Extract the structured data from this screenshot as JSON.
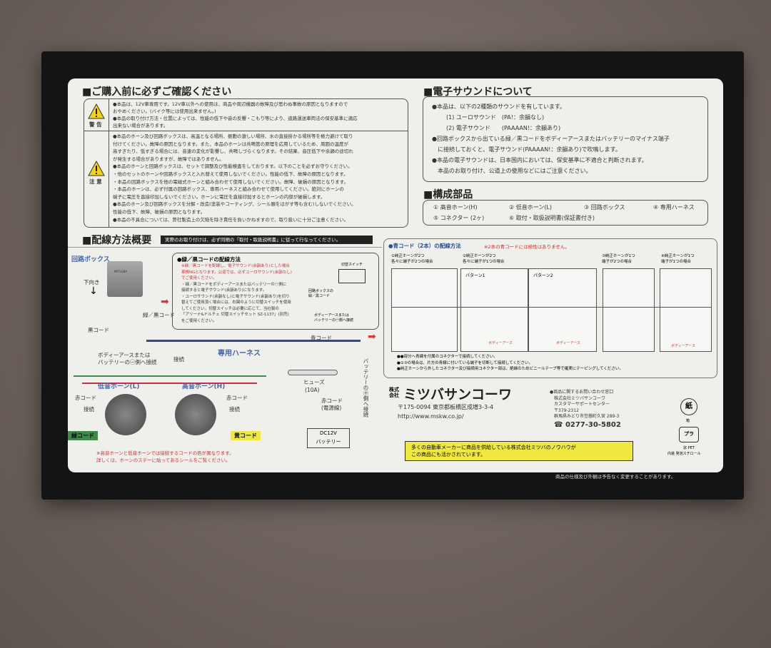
{
  "precheck": {
    "title": "■ご購入前に必ずご確認ください",
    "warning_label": "警 告",
    "caution_label": "注 意",
    "warning_items": [
      "●本品は、12V車専用です。12V車以外への使用は、商品や周辺機器の故障及び思わぬ事故の原因となりますので",
      "おやめください。(バイク等には使用出来ません。)",
      "●本品の取り付け方法・位置によっては、性能の低下や音の反響・こもり等により、道路運送車両法の保安基準に適応",
      "出来ない場合があります。"
    ],
    "caution_items": [
      "●本品のホーン及び回路ボックスは、高温となる場所、振動の激しい場所、水の直接掛かる場所等を極力避けて取り",
      "付けてください。故障の原因となります。また、本品のホーンは共鳴管の原理を応用しているため、周囲の温度が",
      "高すぎたり、低すぎる場合には、音速の変化が影響し、共鳴しづらくなります。その結果、音圧低下や余韻の途切れ",
      "が発生する場合がありますが、故障ではありません。",
      "●本品のホーンと回路ボックスは、セットで調整及び性能検査をしております。以下のことを必ずお守りください。",
      "・他のセットのホーンや回路ボックスと入れ替えて使用しないでください。性能の低下、故障の原因となります。",
      "・本品の回路ボックスを他の電磁式ホーンと組み合わせて使用しないでください。故障、破損の原因となります。",
      "・本品のホーンは、必ず付属の回路ボックス、専用ハーネスと組み合わせて使用してください。絶対にホーンの",
      "端子に電圧を直接印加しないでください。ホーンに電圧を直接印加するとホーンの内部が破損します。",
      "●本品のホーン及び回路ボックスを分解・改造(塗装やコーティング、シール類をはがす等も含む)しないでください。",
      "性能の低下、故障、破損の原因となります。",
      "●本品の不具合については、弊社製造上の欠陥を除き責任を負いかねますので、取り扱いに十分ご注意ください。"
    ]
  },
  "sound": {
    "title": "■電子サウンドについて",
    "lines": [
      "●本品は、以下の2種類のサウンドを有しています。",
      "(1) ユーロサウンド　(PA!：余韻なし)",
      "(2) 電子サウンド　　(PAAAAN!：余韻あり)",
      "●回路ボックスから出ている緑／黒コードをボディーアースまたはバッテリーのマイナス端子",
      "に接続しておくと、電子サウンド(PAAAAN!：余韻あり)で吹鳴します。",
      "●本品の電子サウンドは、日本国内においては、保安基準に不適合と判断されます。",
      "本品のお取り付け、公道上の使用などにはご注意ください。"
    ]
  },
  "parts": {
    "title": "■構成部品",
    "items": [
      "① 高音ホーン(H)",
      "② 低音ホーン(L)",
      "③ 回路ボックス",
      "④ 専用ハーネス",
      "⑤ コネクター (2ヶ)",
      "⑥ 取付・取扱説明書(保証書付き)"
    ]
  },
  "wiring": {
    "title": "■配線方法概要",
    "banner": "実際のお取り付けは、必ず同梱の「取付・取扱説明書」に従って行なってください。",
    "circuit_box": "回路ボックス",
    "box_brand": "MITSUBA",
    "downward": "下向き",
    "green_black_cord": "緑／黒コード",
    "black_cord": "黒コード",
    "body_earth": "ボディーアースまたは",
    "body_earth2": "バッテリーの㊀側へ接続",
    "connect": "接続",
    "harness": "専用ハーネス",
    "blue_cord": "青コード",
    "fuse": "ヒューズ",
    "fuse_rating": "(10A)",
    "red_cord_power": "赤コード",
    "power_line": "(電源線)",
    "battery_plus": "バッテリーの㊉側へ接続",
    "battery_label": "DC12V",
    "battery_name": "バッテリー",
    "low_horn": "低音ホーン(L)",
    "high_horn": "高音ホーン(H)",
    "red_cord": "赤コード",
    "green_cord": "緑コード",
    "yellow_cord": "黄コード",
    "note": [
      "※高音ホーンと低音ホーンでは接続するコードの色が異なります。",
      "詳しくは、ホーンのステーに貼ってあるシールをご覧ください。"
    ],
    "gb_method": {
      "title": "●緑／黒コードの配線方法",
      "lines": [
        "※緑／黒コードを配線し、電子サウンド(余韻あり)とした場合",
        "車検NGとなります。公道では、必ずユーロサウンド(余韻なし)",
        "でご使用ください。",
        "・緑／黒コードをボディーアースまたはバッテリーの㊀側に",
        "接続すると電子サウンド(余韻あり)になります。",
        "・ユーロサウンド(余韻なし)と電子サウンド(余韻あり)を切り",
        "替えてご使用頂く場合には、右図のように切替スイッチを使用",
        "してください。切替スイッチは必要に応じて、当社製の",
        "「アリーナ&ドルチェ 切替スイッチセット SZ-1137」(別売)",
        "をご使用ください。"
      ],
      "switch": "切替スイッチ",
      "box_cord": "回路ボックスの\n緑／黒コード",
      "earth": "ボディーアースまたは\nバッテリーの㊀側へ接続"
    }
  },
  "blue_method": {
    "title": "●青コード（2本）の配線方法",
    "note": "※2本の青コードには極性はありません。",
    "cases": [
      "①純正ホーンが2つ\n各々に端子が2つの場合",
      "②純正ホーンが2つ\n各々に端子が1つの場合",
      "③純正ホーンが1つ\n端子が2つの場合",
      "④純正ホーンが1つ\n端子が1つの場合"
    ],
    "pattern1": "パターン1",
    "pattern2": "パターン2",
    "body_earth": "ボディーアース",
    "footnotes": [
      "●●部分へ青線を付属のコネクターで接続してください。",
      "●①③の場合は、片方の青線に付いている端子を切断して接続してください。",
      "●純正ホーンから外したコネクター及び接続用コネクター部は、絶縁のためビニールテープ等で確実にテーピングしてください。"
    ]
  },
  "company": {
    "prefix": "株式\n会社",
    "name": "ミツバサンコーワ",
    "address": "〒175-0094  東京都板橋区成増3-3-4",
    "url": "http://www.mskw.co.jp/",
    "contact_title": "●商品に関するお問い合わせ窓口",
    "contact_lines": [
      "株式会社ミツバサンコーワ",
      "カスタマーサポートセンター",
      "〒379-2312",
      "群馬県みどり市笠懸町久宮 289-3"
    ],
    "phone": "☎ 0277-30-5802",
    "highlight": [
      "多くの自動車メーカーに商品を供給している株式会社ミツバのノウハウが",
      "この商品にも活かされています。"
    ]
  },
  "recycle": {
    "paper": "紙",
    "paper_label": "箱",
    "plastic": "プラ",
    "plastic_label1": "窓 PET",
    "plastic_label2": "内装 発泡スチロール"
  },
  "disclaimer": "商品の仕様及び外観は予告なく変更することがあります。",
  "colors": {
    "box": "#141414",
    "panel": "#efefec",
    "highlight": "#eee840",
    "red_arrow": "#d93a3a",
    "green_label": "#3d8a4a"
  }
}
